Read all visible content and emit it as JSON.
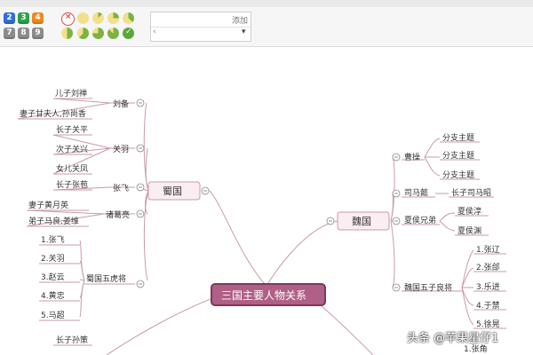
{
  "toolbar": {
    "priorities": [
      "2",
      "3",
      "4",
      "7",
      "8",
      "9"
    ],
    "search_input": "",
    "add_label": "添加"
  },
  "center": "三国主要人物关系",
  "shu": {
    "label": "蜀国",
    "liubei": {
      "label": "刘备",
      "children": [
        "儿子刘禅",
        "妻子甘夫人,孙尚香"
      ]
    },
    "guanyu": {
      "label": "关羽",
      "children": [
        "长子关平",
        "次子关兴",
        "女儿关凤"
      ]
    },
    "zhangfei": {
      "label": "张飞",
      "children": [
        "长子张苞"
      ]
    },
    "zhuge": {
      "label": "诸葛亮",
      "children": [
        "妻子黄月英",
        "弟子马良,姜维"
      ]
    },
    "tiger": {
      "label": "蜀国五虎将",
      "children": [
        "1.张飞",
        "2.关羽",
        "3.赵云",
        "4.黄忠",
        "5.马超"
      ]
    }
  },
  "wei": {
    "label": "魏国",
    "caocao": {
      "label": "曹操",
      "children": [
        "分支主题",
        "分支主题",
        "分支主题"
      ]
    },
    "simayi": {
      "label": "司马懿",
      "children": [
        "长子司马昭"
      ]
    },
    "xiahou": {
      "label": "夏侯兄弟",
      "children": [
        "夏侯淳",
        "夏侯渊"
      ]
    },
    "generals": {
      "label": "魏国五子良将",
      "children": [
        "1.张辽",
        "2.张郃",
        "3.乐进",
        "4.于禁",
        "5.徐晃"
      ]
    }
  },
  "wu_partial": [
    "长子孙策"
  ],
  "bottom_partial": [
    "1.张角"
  ],
  "watermark": "头条 @苹果星仔1",
  "colors": {
    "branch": "#c89aae",
    "center_fill": "#b05f86",
    "center_border": "#7a3a59",
    "node_fill": "#fbeef3"
  }
}
